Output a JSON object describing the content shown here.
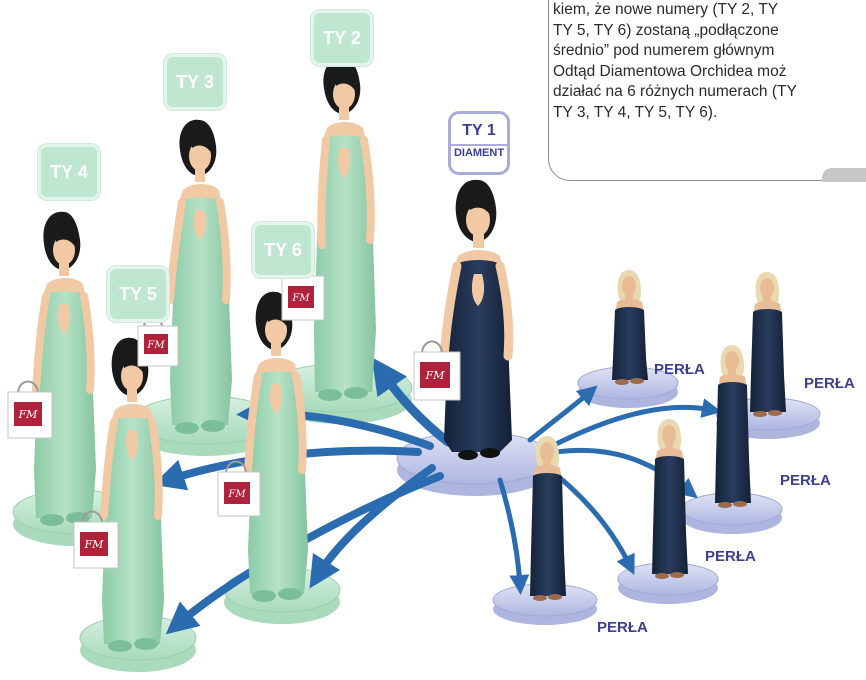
{
  "callout": {
    "lines": [
      "kiem, że nowe numery (TY 2, TY",
      "TY 5, TY 6) zostaną „podłączone",
      "średnio” pod numerem głównym",
      "Odtąd Diamentowa Orchidea moż",
      "działać na 6 różnych numerach (TY",
      "TY 3, TY 4, TY 5, TY 6)."
    ]
  },
  "tags": {
    "ty1": "TY 1",
    "ty1_sub": "DIAMENT",
    "ty2": "TY 2",
    "ty3": "TY 3",
    "ty4": "TY 4",
    "ty5": "TY 5",
    "ty6": "TY 6"
  },
  "perla_label": "PERŁA",
  "bag_logo": "FM",
  "colors": {
    "green_dress": "#9fd6b4",
    "green_dress_dark": "#7bbf98",
    "green_platform": "#b8e3c8",
    "navy_dress": "#1d2d4a",
    "blue_platform": "#c2c9ea",
    "arrow_blue": "#2b6cb0",
    "tag_green": "#bfe6d0",
    "label_purple": "#3d3f8f",
    "bag_red": "#b0223c"
  }
}
